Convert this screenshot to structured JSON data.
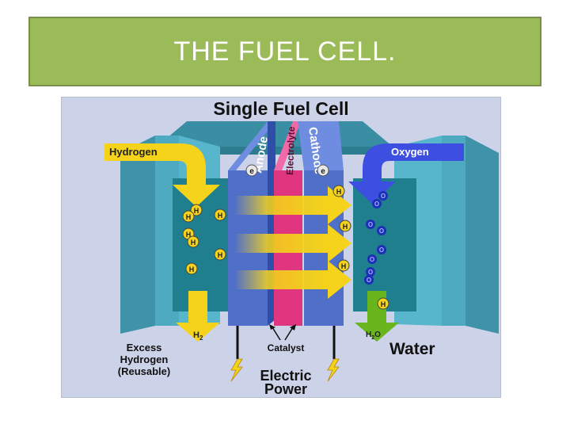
{
  "slide": {
    "title": "THE FUEL CELL."
  },
  "diagram": {
    "heading": "Single Fuel Cell",
    "anode_label": "Anode",
    "electrolyte_label": "Electrolyte",
    "cathode_label": "Cathode",
    "hydrogen_in": "Hydrogen",
    "oxygen_in": "Oxygen",
    "h2_out": "H",
    "h2_sub": "2",
    "excess_line1": "Excess",
    "excess_line2": "Hydrogen",
    "excess_line3": "(Reusable)",
    "catalyst": "Catalyst",
    "water_formula": "H",
    "water_sub": "2",
    "water_o": "O",
    "water": "Water",
    "electric_line1": "Electric",
    "electric_line2": "Power",
    "h_symbol": "H",
    "o_symbol": "O",
    "electron_symbol": "e",
    "colors": {
      "background": "#ccd2e8",
      "frame": "#4eaac1",
      "anode": "#4f6fc9",
      "electrolyte": "#e0357f",
      "cathode": "#4f6fc9",
      "hydrogen_arrow": "#f5d31a",
      "oxygen_arrow": "#3d4fe0",
      "water_arrow": "#69b51d",
      "oxygen_atom": "#1d2fb5"
    }
  }
}
